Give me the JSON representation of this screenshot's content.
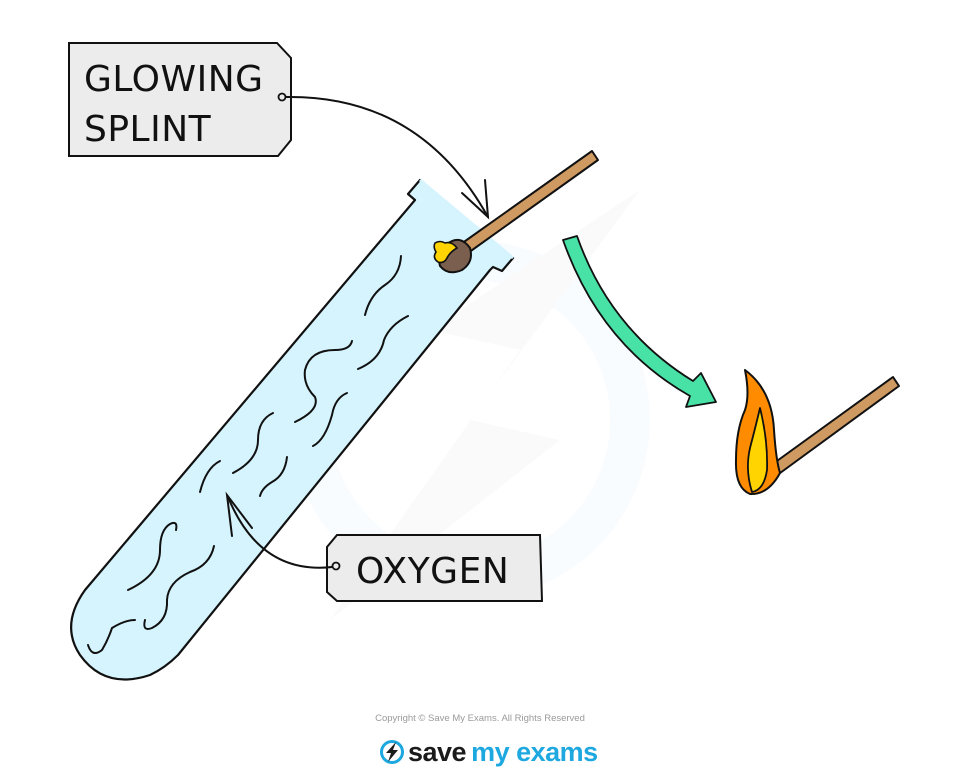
{
  "diagram": {
    "title": "Test for oxygen using a glowing splint",
    "labels": {
      "glowing_splint_line1": "GLOWING",
      "glowing_splint_line2": "SPLINT",
      "oxygen": "OXYGEN"
    },
    "elements": [
      {
        "id": "test-tube",
        "depicts": "test tube filled with oxygen gas"
      },
      {
        "id": "glowing-splint",
        "depicts": "wooden splint with glowing tip inserted into tube mouth"
      },
      {
        "id": "process-arrow",
        "depicts": "arrow showing result"
      },
      {
        "id": "relit-splint",
        "depicts": "splint relights with a flame"
      }
    ],
    "colors": {
      "tube_fill": "#d6f4fd",
      "outline": "#111111",
      "tag_fill": "#ececec",
      "splint_wood": "#cf9a62",
      "ember_yellow": "#ffd400",
      "ember_brown": "#7a5e4e",
      "arrow_green": "#48e1a6",
      "flame_orange": "#ff8c00",
      "flame_yellow": "#ffd400"
    }
  },
  "footer": {
    "copyright": "Copyright © Save My Exams. All Rights Reserved",
    "logo_save": "save",
    "logo_rest": "my exams"
  }
}
